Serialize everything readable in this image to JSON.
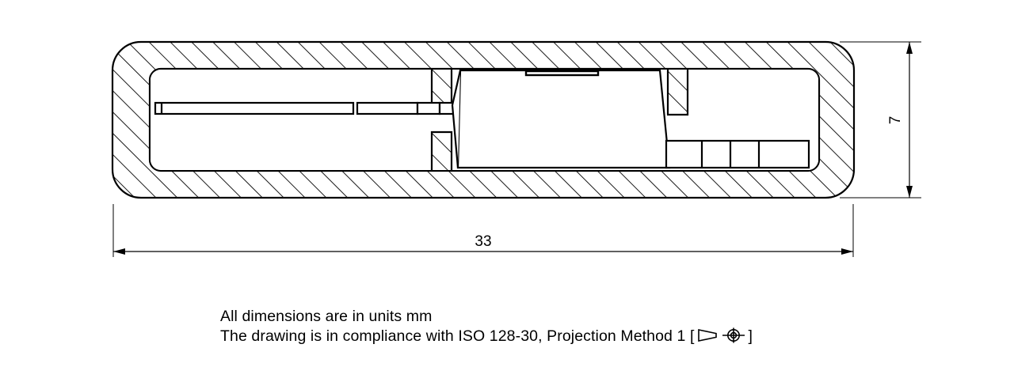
{
  "drawing": {
    "title": "Cross-section technical drawing",
    "view_type": "section view with hatching",
    "line_color": "#000000",
    "background_color": "#ffffff",
    "hatch_color": "#000000"
  },
  "dimensions": {
    "width": {
      "value": "33",
      "unit": "mm",
      "orientation": "horizontal",
      "label": "33"
    },
    "height": {
      "value": "7",
      "unit": "mm",
      "orientation": "vertical",
      "label": "7"
    }
  },
  "notes": {
    "line1": "All dimensions are in units mm",
    "line2_prefix": "The drawing is in compliance with ISO 128-30, Projection Method 1 [",
    "line2_suffix": "]",
    "projection_symbol": "first-angle-projection-symbol"
  },
  "components": {
    "outer_shell": "hatched-housing-wall",
    "inner_cavity": "inner-cavity",
    "pin_rod": "segmented-pin-rod",
    "central_body": "trapezoidal-body",
    "contact_strip": "top-contact-strip",
    "segmented_block": "four-cell-segmented-block",
    "notch_upper": "upper-notch",
    "notch_lower": "lower-notch"
  }
}
